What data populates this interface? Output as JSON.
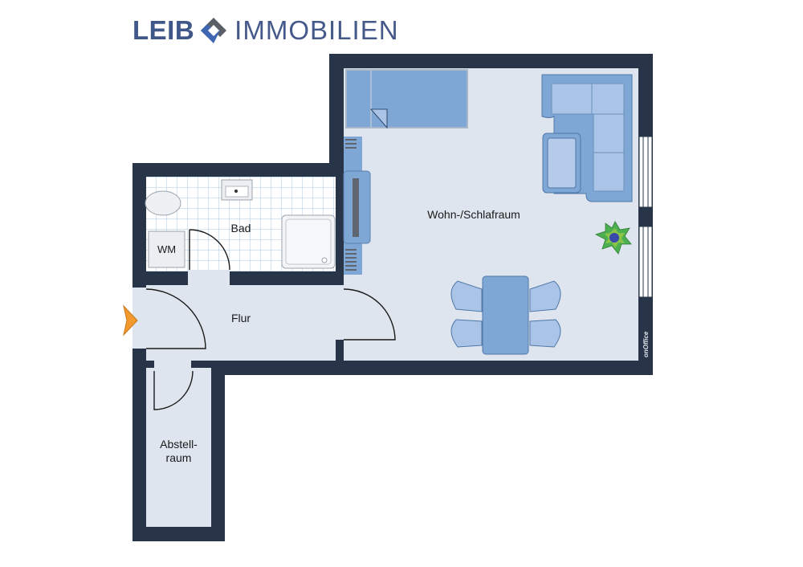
{
  "logo": {
    "brand_bold": "LEIB",
    "brand_light": "IMMOBILIEN",
    "icon": "diamond-logo-icon",
    "colors": {
      "text": "#3f5789",
      "diamond_dark": "#5a5e66",
      "diamond_blue": "#3f66b0"
    }
  },
  "floorplan": {
    "rooms": [
      {
        "id": "wohn",
        "label": "Wohn-/Schlafraum"
      },
      {
        "id": "bad",
        "label": "Bad"
      },
      {
        "id": "flur",
        "label": "Flur"
      },
      {
        "id": "abstell",
        "label": "Abstell-\nraum",
        "label_line1": "Abstell-",
        "label_line2": "raum"
      }
    ],
    "fixtures": {
      "washing_machine": "WM"
    },
    "watermark": "onOffice",
    "entrance_icon": "entrance-arrow-icon",
    "colors": {
      "wall": "#283548",
      "floor": "#dfe5ee",
      "furniture": "#7fa7d6",
      "furniture_light": "#a9c4e6",
      "entrance": "#f29a2e",
      "tile_line": "#a9c9e6"
    }
  }
}
